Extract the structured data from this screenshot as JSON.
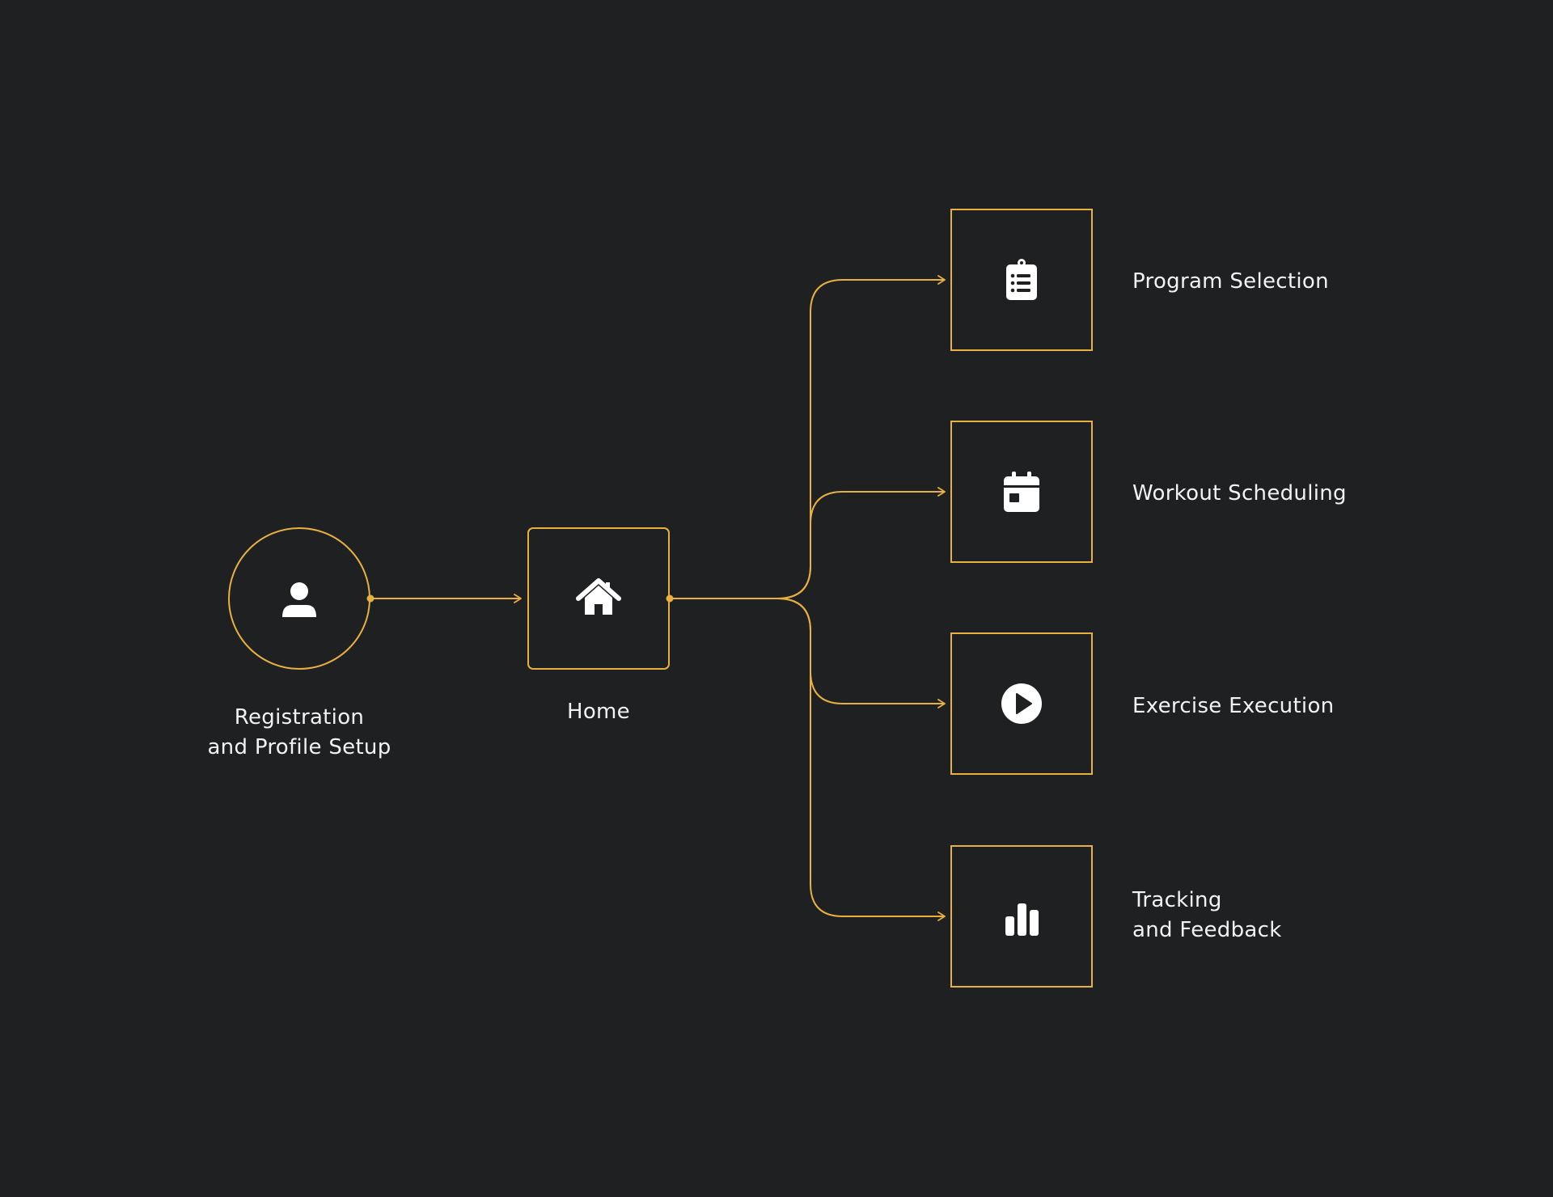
{
  "accent_color": "#e8b040",
  "background_color": "#1f2022",
  "nodes": {
    "registration": {
      "icon": "user-icon",
      "label_line1": "Registration",
      "label_line2": "and Profile Setup"
    },
    "home": {
      "icon": "home-icon",
      "label": "Home"
    },
    "program_selection": {
      "icon": "clipboard-list-icon",
      "label": "Program Selection"
    },
    "workout_scheduling": {
      "icon": "calendar-icon",
      "label": "Workout Scheduling"
    },
    "exercise_execution": {
      "icon": "play-circle-icon",
      "label": "Exercise Execution"
    },
    "tracking_feedback": {
      "icon": "bar-chart-icon",
      "label_line1": "Tracking",
      "label_line2": "and Feedback"
    }
  },
  "edges": [
    {
      "from": "registration",
      "to": "home"
    },
    {
      "from": "home",
      "to": "program_selection"
    },
    {
      "from": "home",
      "to": "workout_scheduling"
    },
    {
      "from": "home",
      "to": "exercise_execution"
    },
    {
      "from": "home",
      "to": "tracking_feedback"
    }
  ]
}
